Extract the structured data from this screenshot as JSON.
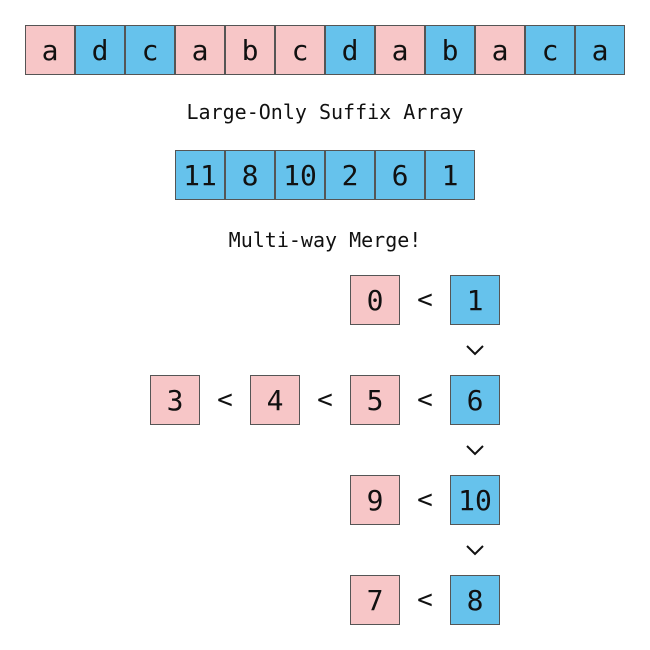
{
  "colors": {
    "small": "#f7c6c7",
    "large": "#66c2ec"
  },
  "string_row": [
    {
      "char": "a",
      "type": "small"
    },
    {
      "char": "d",
      "type": "large"
    },
    {
      "char": "c",
      "type": "large"
    },
    {
      "char": "a",
      "type": "small"
    },
    {
      "char": "b",
      "type": "small"
    },
    {
      "char": "c",
      "type": "small"
    },
    {
      "char": "d",
      "type": "large"
    },
    {
      "char": "a",
      "type": "small"
    },
    {
      "char": "b",
      "type": "large"
    },
    {
      "char": "a",
      "type": "small"
    },
    {
      "char": "c",
      "type": "large"
    },
    {
      "char": "a",
      "type": "large"
    }
  ],
  "suffix_array": {
    "title": "Large-Only Suffix Array",
    "values": [
      "11",
      "8",
      "10",
      "2",
      "6",
      "1"
    ]
  },
  "merge": {
    "title": "Multi-way Merge!",
    "less_than": "<",
    "chains": [
      {
        "smalls": [
          "0"
        ],
        "large": "1"
      },
      {
        "smalls": [
          "3",
          "4",
          "5"
        ],
        "large": "6"
      },
      {
        "smalls": [
          "9"
        ],
        "large": "10"
      },
      {
        "smalls": [
          "7"
        ],
        "large": "8"
      }
    ]
  }
}
